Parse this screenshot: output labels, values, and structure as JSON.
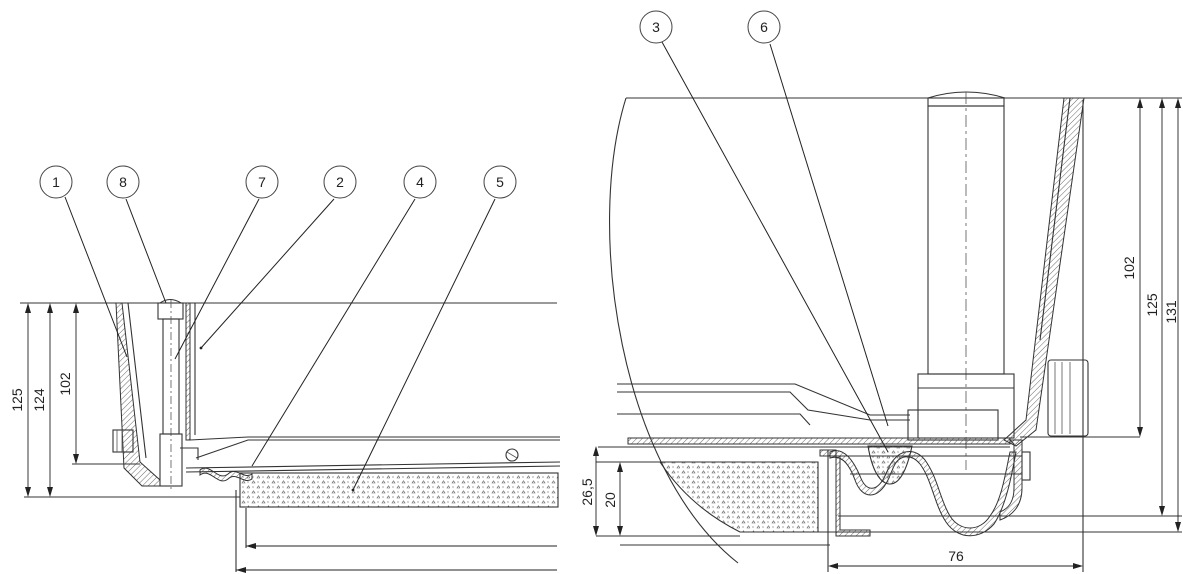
{
  "left_view": {
    "balloons": [
      "1",
      "8",
      "7",
      "2",
      "4",
      "5"
    ],
    "dimensions": [
      "125",
      "124",
      "102"
    ]
  },
  "right_view": {
    "balloons": [
      "3",
      "6"
    ],
    "dimensions": [
      "26,5",
      "20",
      "76",
      "102",
      "125",
      "131"
    ]
  }
}
